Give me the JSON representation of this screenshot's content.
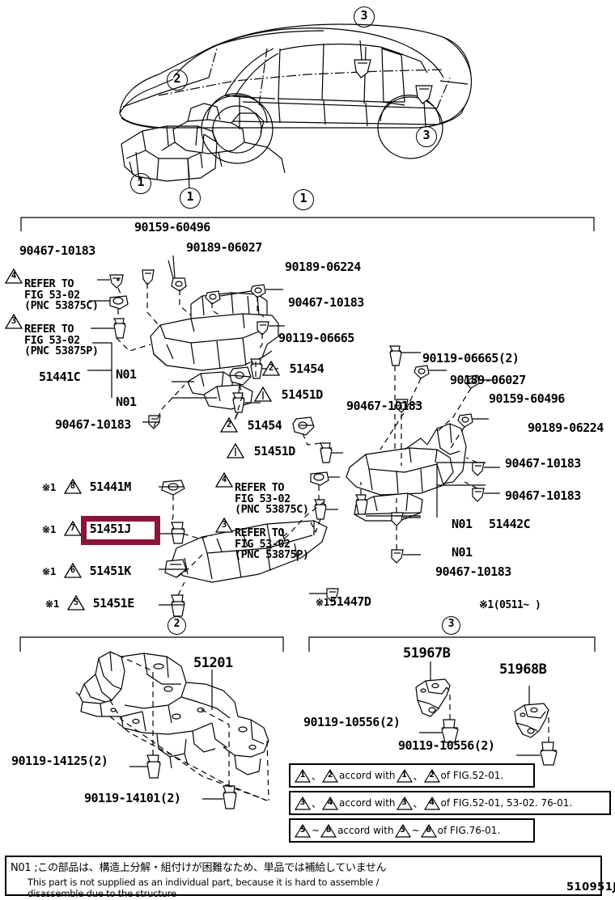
{
  "figure": {
    "id": "510951J",
    "note_jp": "N01 ;この部品は、構造上分解・組付けが困難なため、単品では補給していません",
    "note_en_1": "This part is not supplied as an individual part, because it is hard to assemble /",
    "note_en_2": "disassemble due to the structure",
    "date_note": "※1(0511~      )"
  },
  "highlight": {
    "part": "51451J",
    "color": "#8B1538"
  },
  "vehicle_callouts": [
    {
      "id": "callout-3-top",
      "label": "3"
    },
    {
      "id": "callout-2",
      "label": "2"
    },
    {
      "id": "callout-3-right",
      "label": "3"
    },
    {
      "id": "callout-1-left",
      "label": "1"
    },
    {
      "id": "callout-1-mid",
      "label": "1"
    },
    {
      "id": "callout-1-section",
      "label": "1"
    }
  ],
  "sections": {
    "one": "1",
    "two": "2",
    "three": "3"
  },
  "section1_labels": {
    "a": "90159-60496",
    "b": "90189-06027",
    "c": "90189-06224",
    "d": "90467-10183",
    "e": "90467-10183",
    "f": "90119-06665",
    "g": "51441C",
    "h": "N01",
    "i": "N01",
    "j": "90467-10183",
    "k": "51454",
    "l": "51451D",
    "m": "51454",
    "n": "51451D",
    "o": "51441M",
    "p": "51451J",
    "q": "51451K",
    "r": "51451E",
    "s": "51447D",
    "t": "90119-06665(2)",
    "u": "90189-06027",
    "v": "90159-60496",
    "w": "90189-06224",
    "x": "90467-10183",
    "y": "90467-10183",
    "z": "90467-10183",
    "aa": "51442C",
    "ab": "N01",
    "ac": "N01",
    "ad": "90467-10183",
    "ae": "90467-10183"
  },
  "refer_blocks": [
    {
      "tri": "4",
      "l1": "REFER TO",
      "l2": "FIG 53-02",
      "l3": "(PNC 53875C)"
    },
    {
      "tri": "3",
      "l1": "REFER TO",
      "l2": "FIG 53-02",
      "l3": "(PNC 53875P)"
    },
    {
      "tri": "4",
      "l1": "REFER TO",
      "l2": "FIG 53-02",
      "l3": "(PNC 53875C)"
    },
    {
      "tri": "3",
      "l1": "REFER TO",
      "l2": "FIG 53-02",
      "l3": "(PNC 53875P)"
    }
  ],
  "section2_labels": {
    "crossmember": "51201",
    "bolt_a": "90119-14125(2)",
    "bolt_b": "90119-14101(2)"
  },
  "section3_labels": {
    "bracket_a": "51967B",
    "bracket_b": "51968B",
    "bolt_a": "90119-10556(2)",
    "bolt_b": "90119-10556(2)"
  },
  "legend_rows": [
    {
      "t1": "1",
      "sep1": "、",
      "t2": "2",
      "mid": "accord with",
      "t3": "1",
      "sep2": "、",
      "t4": "2",
      "tail": "of FIG.52-01."
    },
    {
      "t1": "3",
      "sep1": "、",
      "t2": "4",
      "mid": "accord with",
      "t3": "3",
      "sep2": "、",
      "t4": "4",
      "tail": "of FIG.52-01, 53-02. 76-01."
    },
    {
      "t1": "5",
      "sep1": "~",
      "t2": "8",
      "mid": "accord with",
      "t3": "5",
      "sep2": "~",
      "t4": "8",
      "tail": "of FIG.76-01."
    }
  ],
  "mark1": "※1",
  "tri_numbers": {
    "n8": "8",
    "n7": "7",
    "n6": "6",
    "n5": "5",
    "n2": "2",
    "n1": "1"
  }
}
